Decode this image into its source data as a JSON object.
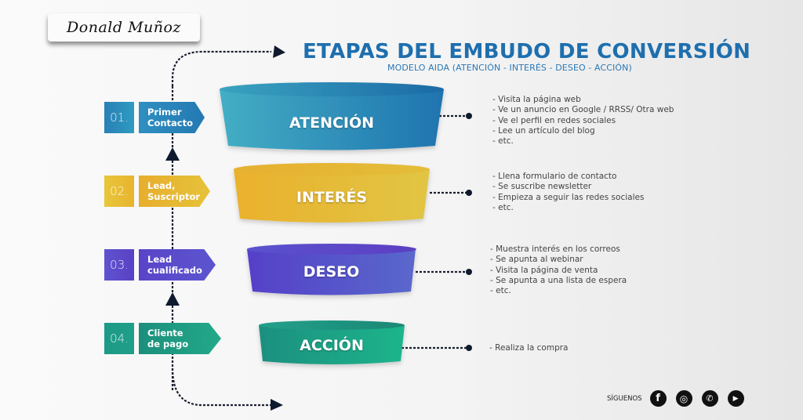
{
  "signature": "Donald Muñoz",
  "header": {
    "title": "ETAPAS DEL EMBUDO DE CONVERSIÓN",
    "subtitle": "MODELO AIDA (ATENCIÓN - INTERÉS - DESEO - ACCIÓN)"
  },
  "colors": {
    "title": "#1e6fae",
    "atencion": "#2a86b8",
    "interes": "#e9b52c",
    "deseo": "#5a48c8",
    "accion": "#1fa584",
    "arrows": "#0f1a2e"
  },
  "stages": [
    {
      "number": "01.",
      "label_line1": "Primer",
      "label_line2": "Contacto",
      "funnel": "ATENCIÓN",
      "bullets": [
        "- Visita la página web",
        "- Ve un anuncio en Google / RRSS/ Otra web",
        "- Ve el perfil en redes sociales",
        "- Lee un artículo del blog",
        "- etc."
      ]
    },
    {
      "number": "02.",
      "label_line1": "Lead,",
      "label_line2": "Suscriptor",
      "funnel": "INTERÉS",
      "bullets": [
        "- Llena formulario de contacto",
        "- Se suscribe newsletter",
        "- Empieza a seguir las redes sociales",
        "- etc."
      ]
    },
    {
      "number": "03.",
      "label_line1": "Lead",
      "label_line2": "cualificado",
      "funnel": "DESEO",
      "bullets": [
        "- Muestra interés en los correos",
        "- Se apunta al webinar",
        "- Visita la página de venta",
        "- Se apunta a una lista de espera",
        "- etc."
      ]
    },
    {
      "number": "04.",
      "label_line1": "Cliente",
      "label_line2": "de pago",
      "funnel": "ACCIÓN",
      "bullets": [
        "- Realiza la compra"
      ]
    }
  ],
  "footer": {
    "follow_label": "SÍGUENOS",
    "social": [
      "facebook",
      "instagram",
      "whatsapp",
      "youtube"
    ],
    "social_glyphs": [
      "f",
      "◎",
      "✆",
      "▶"
    ]
  }
}
